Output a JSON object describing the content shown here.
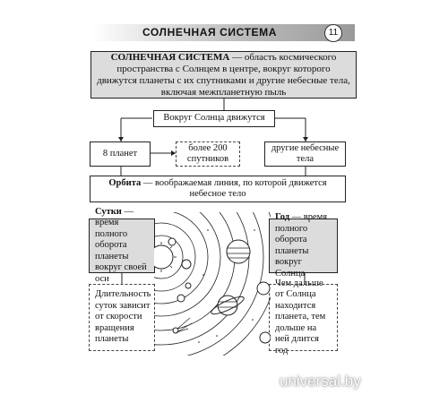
{
  "header": {
    "title": "СОЛНЕЧНАЯ СИСТЕМА",
    "page_number": "11"
  },
  "definition": {
    "term": "СОЛНЕЧНАЯ СИСТЕМА",
    "text": " — область космического пространства с Солнцем в центре, вокруг которого движутся планеты с их спутниками и другие небесные тела, включая межпланетную пыль"
  },
  "flow": {
    "root": "Вокруг Солнца движутся",
    "planets": "8 планет",
    "satellites": "более 200 спутников",
    "other_bodies": "другие небесные тела"
  },
  "orbit": {
    "term": "Орбита",
    "text": " — воображаемая линия, по которой движется небесное тело"
  },
  "day": {
    "term": "Сутки",
    "text": " — время полного оборота планеты вокруг своей оси"
  },
  "day_note": "Длительность суток зависит от скорости вращения планеты",
  "year": {
    "term": "Год",
    "text": " — время полного оборота планеты вокруг Солнца"
  },
  "year_note": "Чем дальше от Солнца находится планета, тем дольше на ней длится год",
  "watermark": "universal.by"
}
